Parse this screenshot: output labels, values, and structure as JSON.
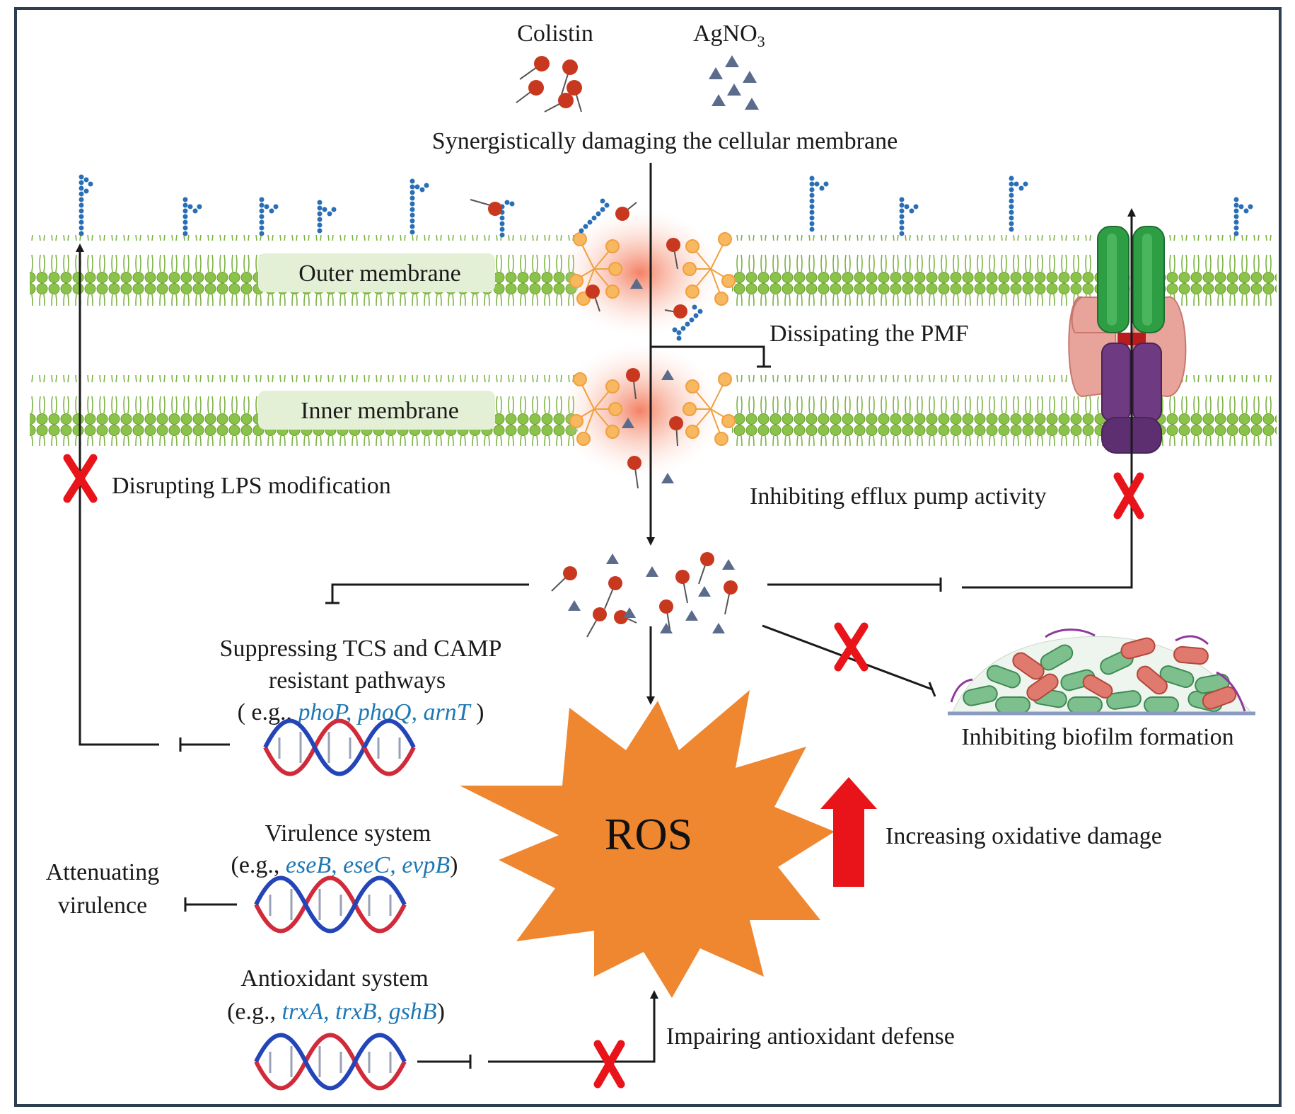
{
  "labels": {
    "colistin": "Colistin",
    "agno3_base": "AgNO",
    "agno3_sub": "3",
    "synergy": "Synergistically damaging the  cellular membrane",
    "outer_membrane": "Outer membrane",
    "inner_membrane": "Inner membrane",
    "pmf": "Dissipating the PMF",
    "lps": "Disrupting LPS modification",
    "efflux": "Inhibiting efflux pump activity",
    "tcs_line1": "Suppressing TCS and CAMP",
    "tcs_line2": "resistant  pathways",
    "tcs_prefix": "( e.g., ",
    "tcs_genes": "phoP, phoQ, arnT",
    "tcs_suffix": " )",
    "biofilm": "Inhibiting biofilm formation",
    "ros": "ROS",
    "oxidative": "Increasing oxidative damage",
    "virulence_title": "Virulence system",
    "virulence_prefix": "(e.g., ",
    "virulence_genes": "eseB, eseC, evpB",
    "virulence_suffix": ")",
    "attenuating_line1": "Attenuating",
    "attenuating_line2": "virulence",
    "antioxidant_title": "Antioxidant system",
    "antioxidant_prefix": "(e.g., ",
    "antioxidant_genes": "trxA, trxB, gshB",
    "antioxidant_suffix": ")",
    "antioxidant_defense": "Impairing antioxidant defense"
  },
  "colors": {
    "frame": "#2c3e50",
    "membrane_lipid": "#8bc34a",
    "membrane_tail": "#7cb342",
    "label_box": "#e3f0d6",
    "colistin": "#c8381f",
    "silver": "#5a6b8c",
    "lps": "#2a6fb5",
    "ros": "#ef8630",
    "red_mark": "#e8141a",
    "pump_green": "#2e9e44",
    "pump_purple": "#6e3b82",
    "pump_pink": "#e8a49a",
    "dna_red": "#d12b3b",
    "dna_blue": "#2445b8",
    "biofilm_green": "#7dc08e",
    "biofilm_red": "#e0796e"
  }
}
